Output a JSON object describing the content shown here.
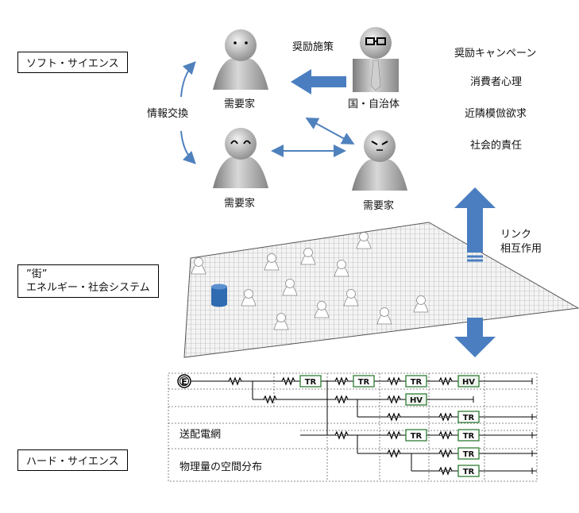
{
  "labels": {
    "soft_science": "ソフト・サイエンス",
    "hard_science": "ハード・サイエンス",
    "incentive": "奨励施策",
    "info_exchange": "情報交換",
    "consumer_top": "需要家",
    "consumer_left": "需要家",
    "consumer_right": "需要家",
    "government": "国・自治体",
    "factors": [
      "奨励キャンペーン",
      "消費者心理",
      "近隣模倣欲求",
      "社会的責任"
    ],
    "link_line1": "リンク",
    "link_line2": "相互作用",
    "town_line1": "”街”",
    "town_line2": "エネルギー・社会システム",
    "grid_network": "送配電網",
    "physical_distribution": "物理量の空間分布"
  },
  "network": {
    "source_symbol": "E",
    "transformer": "TR",
    "hv": "HV"
  },
  "colors": {
    "arrow_blue": "#4a7ec0",
    "arrow_light": "#4f81bd",
    "tr_green": "#2e7d32",
    "hv_green": "#2e7d32",
    "tank_blue": "#2f6bb0"
  }
}
